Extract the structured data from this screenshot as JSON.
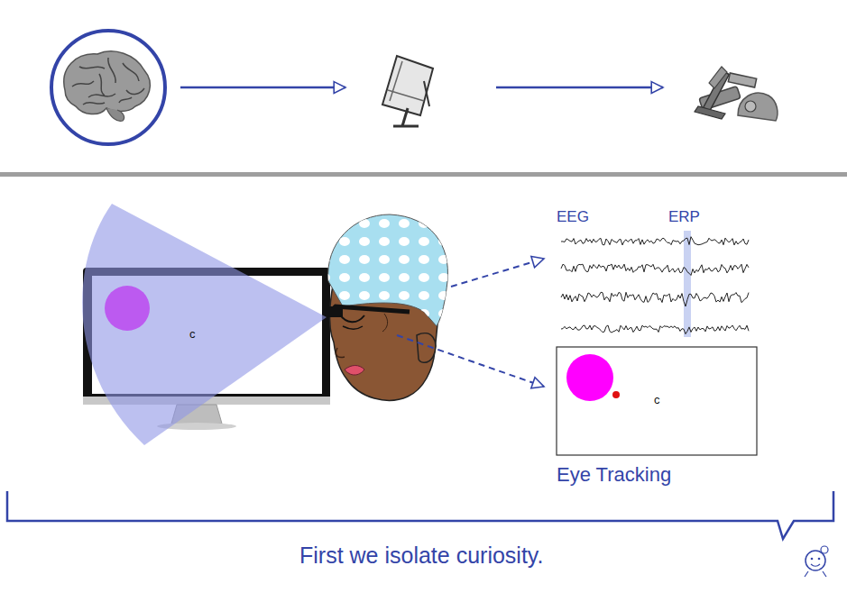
{
  "diagram": {
    "caption": "First we isolate curiosity.",
    "nodes": [
      {
        "text": [
          "c"
        ]
      },
      {
        "text": [
          "c",
          "Eye Tracking"
        ]
      }
    ],
    "labels": [
      "EEG",
      "ERP"
    ]
  }
}
